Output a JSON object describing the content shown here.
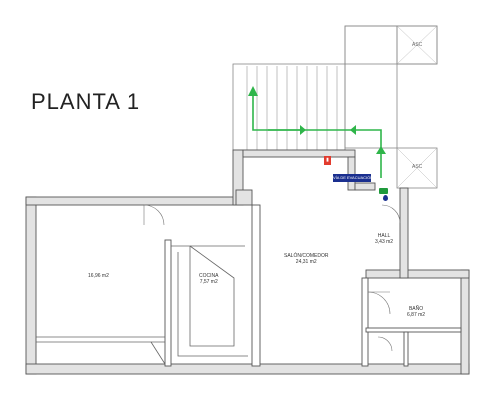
{
  "title": "PLANTA  1",
  "rooms": {
    "bedroom": {
      "area": "16,96 m2"
    },
    "kitchen": {
      "name": "COCINA",
      "area": "7,57 m2"
    },
    "salon": {
      "name": "SALÓN/COMEDOR",
      "area": "24,31 m2"
    },
    "hall": {
      "name": "HALL",
      "area": "3,43 m2"
    },
    "bano": {
      "name": "BAÑO",
      "area": "6,87 m2"
    }
  },
  "elevators": {
    "top": "ASC",
    "bottom": "ASC"
  },
  "signs": {
    "evacuation_badge": "VÍA DE EVACUACIÓN",
    "extinguisher_glyph": "▮"
  },
  "colors": {
    "wall_fill": "#e3e3e3",
    "wall_line": "#555555",
    "evacuation_arrow": "#2fb54a",
    "badge": "#1a2f8f",
    "extinguisher": "#e23b2e"
  }
}
